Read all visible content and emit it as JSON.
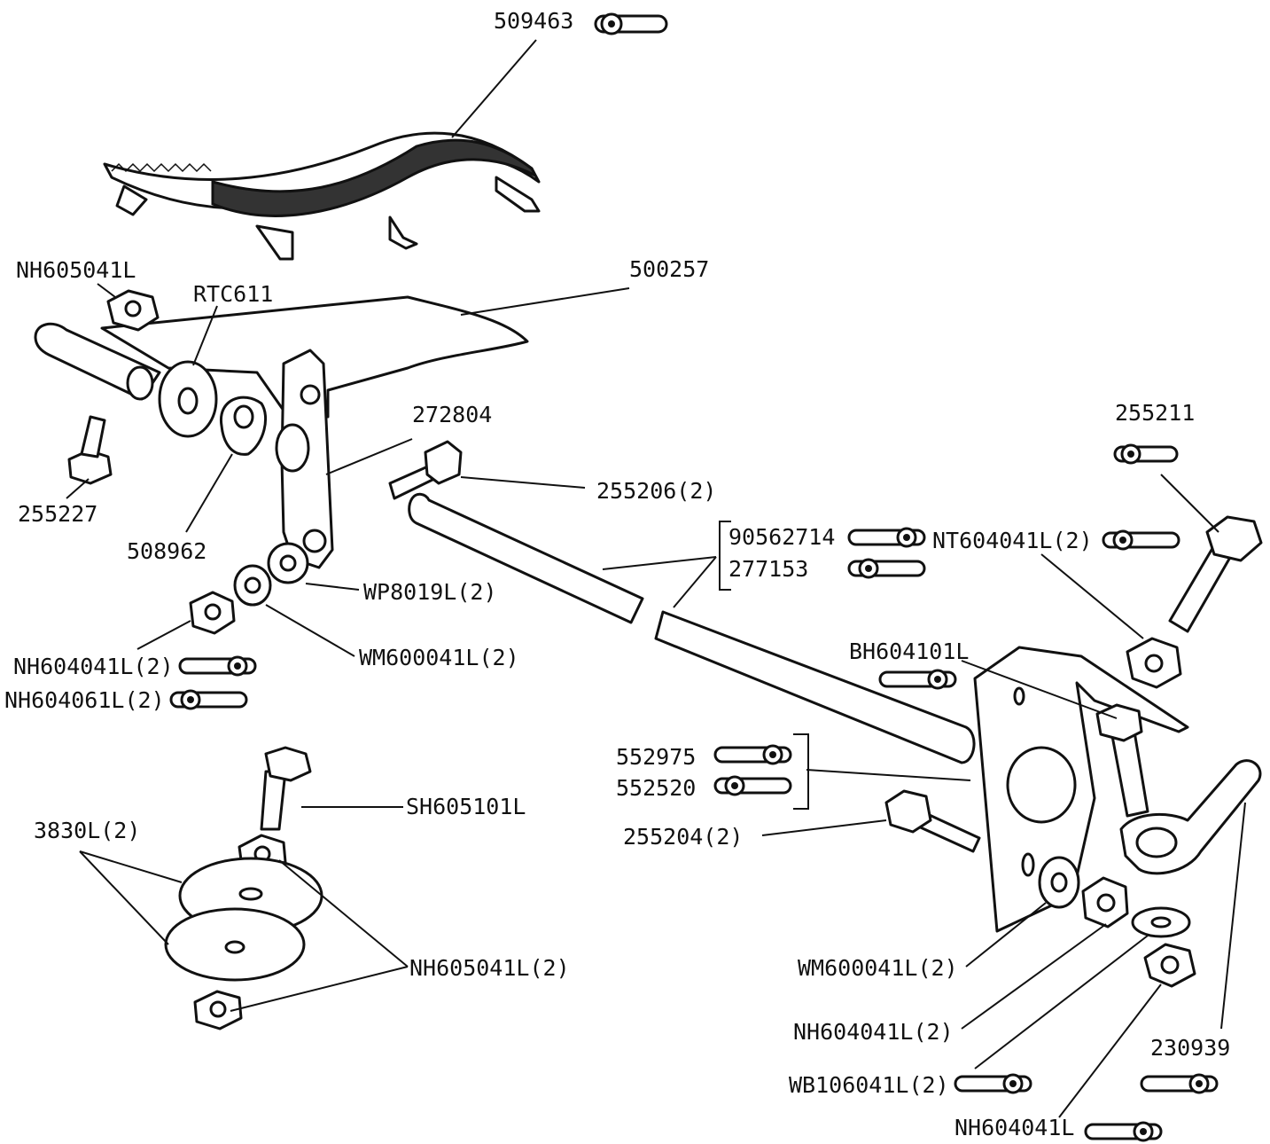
{
  "labels": {
    "p509463": "509463",
    "p500257": "500257",
    "p_nh605041l_top": "NH605041L",
    "p_rtc611": "RTC611",
    "p255227": "255227",
    "p508962": "508962",
    "p272804": "272804",
    "p255206": "255206(2)",
    "p_wp8019l": "WP8019L(2)",
    "p_wm600041l_left": "WM600041L(2)",
    "p_nh604041l_left": "NH604041L(2)",
    "p_nh604061l": "NH604061L(2)",
    "p90562714": "90562714",
    "p277153": "277153",
    "p_nt604041l": "NT604041L(2)",
    "p255211": "255211",
    "p_bh604101l": "BH604101L",
    "p552975": "552975",
    "p552520": "552520",
    "p255204": "255204(2)",
    "p_sh605101l": "SH605101L",
    "p3830l": "3830L(2)",
    "p_nh605041l_2": "NH605041L(2)",
    "p_wm600041l_right": "WM600041L(2)",
    "p_nh604041l_right": "NH604041L(2)",
    "p_wb106041l": "WB106041L(2)",
    "p230939": "230939",
    "p_nh604041l_bottom": "NH604041L"
  },
  "colors": {
    "line": "#111111",
    "background": "#ffffff"
  }
}
